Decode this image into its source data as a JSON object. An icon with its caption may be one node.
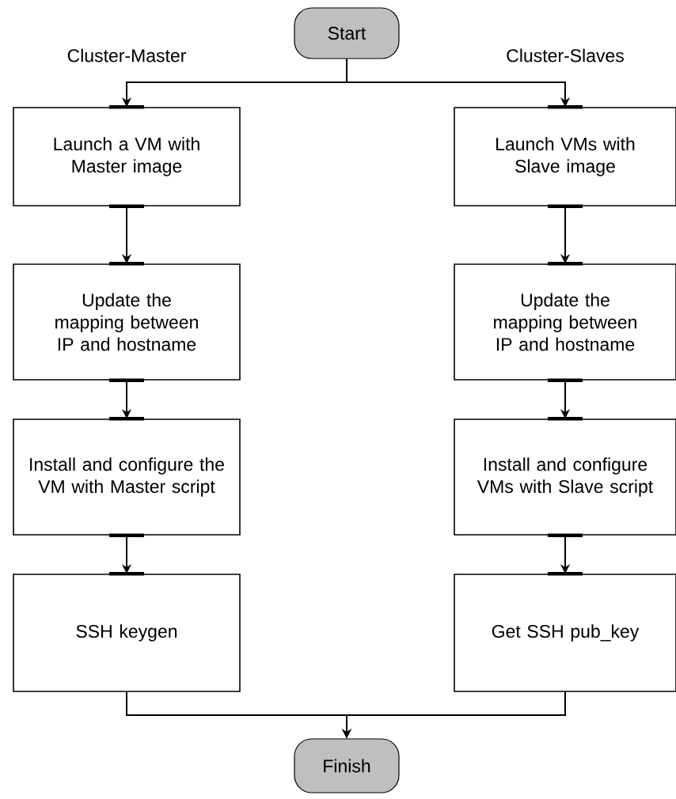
{
  "diagram": {
    "nodes": [
      {
        "text": [
          "Start"
        ]
      },
      {
        "text": [
          "Launch a VM with Master image"
        ]
      },
      {
        "text": [
          "Update the mapping between IP and hostname"
        ]
      },
      {
        "text": [
          "Install and configure the VM with Master script"
        ]
      },
      {
        "text": [
          "SSH keygen"
        ]
      },
      {
        "text": [
          "Launch VMs with Slave image"
        ]
      },
      {
        "text": [
          "Update the mapping between IP and hostname"
        ]
      },
      {
        "text": [
          "Install and configure VMs with Slave script"
        ]
      },
      {
        "text": [
          "Get SSH pub_key"
        ]
      },
      {
        "text": [
          "Finish"
        ]
      }
    ],
    "edges": [
      {
        "from": 0,
        "to": 1,
        "arrow": "to"
      },
      {
        "from": 0,
        "to": 5,
        "arrow": "to"
      },
      {
        "from": 1,
        "to": 2,
        "arrow": "to"
      },
      {
        "from": 2,
        "to": 3,
        "arrow": "to"
      },
      {
        "from": 3,
        "to": 4,
        "arrow": "to"
      },
      {
        "from": 5,
        "to": 6,
        "arrow": "to"
      },
      {
        "from": 6,
        "to": 7,
        "arrow": "to"
      },
      {
        "from": 7,
        "to": 8,
        "arrow": "to"
      },
      {
        "from": 4,
        "to": 9,
        "arrow": "to"
      },
      {
        "from": 8,
        "to": 9,
        "arrow": "to"
      }
    ],
    "labels": [
      "Cluster-Master",
      "Cluster-Slaves"
    ]
  }
}
